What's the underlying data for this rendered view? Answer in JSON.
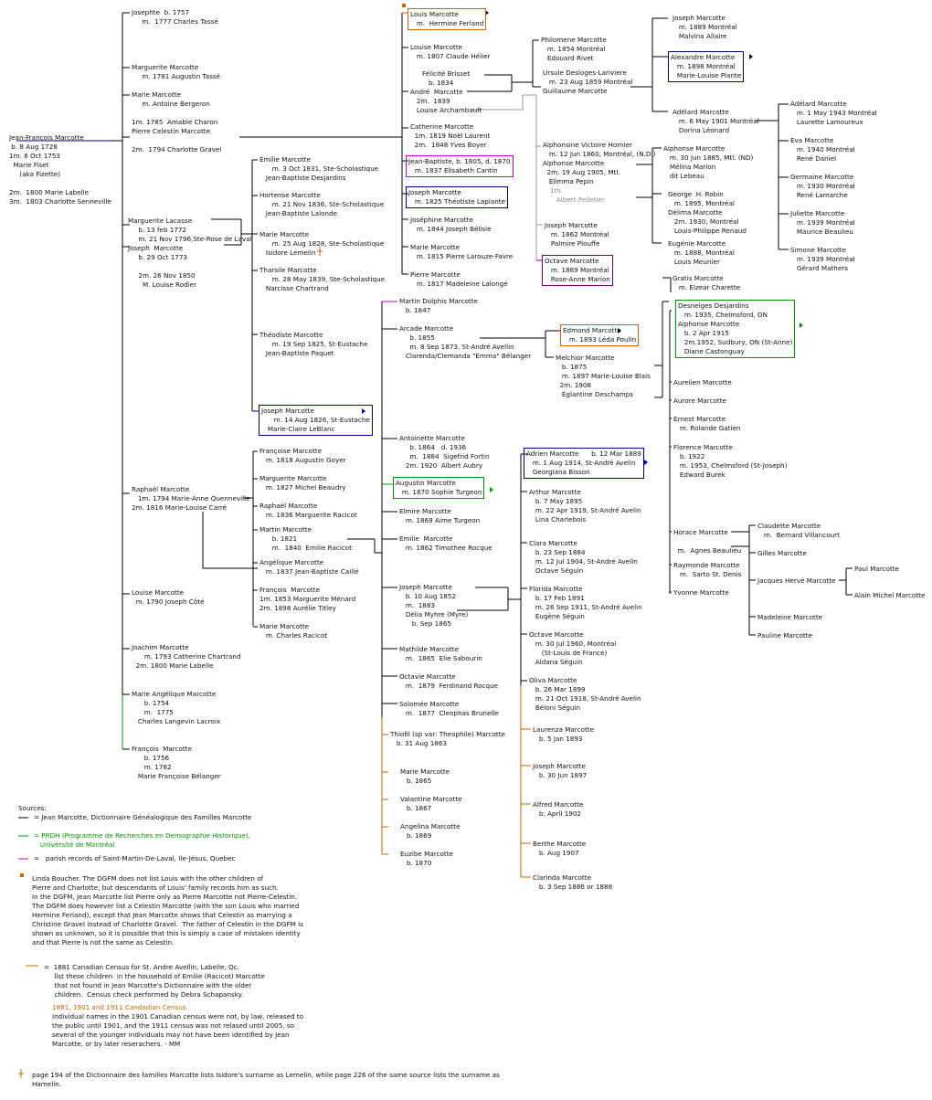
{
  "colors": {
    "line": "#000000",
    "dgfm": "#000000",
    "prdh": "#009900",
    "parish": "#cc00cc",
    "census": "#cc6600",
    "box_blue": "#000080",
    "box_orange": "#cc6600",
    "box_green": "#009900",
    "box_purple": "#800080",
    "box_magenta": "#cc00cc",
    "census_note": "#cc6600"
  },
  "persons": {
    "p1": "Josephte  b. 1757\n     m.  1777 Charles Tassé",
    "p2": "Marguerite Marcotte\n     m. 1781 Augustin Tassé",
    "p3": "Marie Marcotte\n     m. Antoine Bergeron",
    "p4": "1m. 1785  Amable Charon\nPierre Celestin Marcotte\n\n2m.  1794 Charlotte Gravel",
    "root": "Jean-François Marcotte\n b. 8 Aug 1728\n1m. 8 Oct 1753\n  Marie Fiset\n     (aka Fizette)\n\n2m.  1800 Marie Labelle\n3m.  1803 Charlotte Senneville",
    "ml": "Marguerite Lacasse\n     b. 13 feb 1772\n     m. 21 Nov 1796,Ste-Rose de Laval\nJoseph  Marcotte\n     b. 29 Oct 1773\n\n     2m. 26 Nov 1850\n       M. Louise Rodier",
    "ra": "Raphaël Marcotte\n   1m. 1794 Marie-Anne Quenneville\n2m. 1816 Marie-Louise Carré",
    "lo": "Louise Marcotte\n  m. 1790 Joseph Côté",
    "jo": "Joachim Marcotte\n      m. 1793 Catherine Chartrand\n  2m. 1800 Marie Labelle",
    "ma": "Marie Angélique Marcotte\n      b. 1754\n      m.  1775\n   Charles Langevin Lacroix",
    "fr": "François  Marcotte\n      b. 1756\n      m. 1782\n   Marie Françoise Bélanger",
    "em1": "Émilie Marcotte\n      m. 3 Oct 1831, Ste-Scholastique\n   Jean-Baptiste Desjardins",
    "ho": "Hortense Marcotte\n      m. 21 Nov 1836, Ste-Scholastique\n   Jean-Baptiste Lalonde",
    "mm": "Marie Marcotte\n      m. 25 Aug 1828, Ste-Scholastique\n   Isidore Lemelin",
    "th": "Tharsile Marcotte\n      m. 28 May 1839, Ste-Scholastique\n   Narcisse Chartrand",
    "tm": "Théodiste Marcotte\n      m. 19 Sep 1825, St-Eustache\n   Jean-Baptiste Paquet",
    "jm": "Joseph Marcotte\n      m. 14 Aug 1826, St-Eustache\n   Marie-Claire LeBlanc",
    "fg": "Françoise Marcotte\n   m. 1818 Augustin Goyer",
    "mg": "Marguerite Marcotte\n   m. 1827 Michel Beaudry",
    "ra2": "Raphaël Marcotte\n   m. 1836 Marguerite Racicot",
    "mt": "Martin Marcotte\n      b. 1821\n      m.  1840  Emilie Racicot",
    "ag": "Angélique Marcotte\n   m. 1837 Jean-Baptiste Caillé",
    "fm": "François  Marcotte\n1m. 1853 Marguerite Ménard\n2m. 1898 Aurélie Titley",
    "mr": "Marie Marcotte\n   m. Charles Racicot",
    "lm": "Louis Marcotte\n   m.  Hermine Ferland",
    "lh": "Louise Marcotte\n   m. 1807 Claude Hélier",
    "fb": "Félicité Brisset\n   b. 1834",
    "am": "André  Marcotte\n   2m.  1839\n   Louise Archambault",
    "cm": "Catherine Marcotte\n  1m. 1819 Noël Laurent\n  2m.  1848 Yves Boyer",
    "jb": "Jean-Baptiste, b. 1805, d. 1870\n   m. 1837 Elisabeth Cantin",
    "jl": "Joseph Marcotte\n   m. 1825 Théotiste Laplante",
    "jo2": "Joséphine Marcotte\n   m. 1844 Joseph Bélisle",
    "mf": "Marie Marcotte\n   m. 1815 Pierre Larouze-Favre",
    "pl": "Pierre Marcotte\n   m. 1817 Madeleine Lalongé",
    "ph": "Philomene Marcotte\n   m. 1854 Montréal\n   Edouard Rivet",
    "ud": "Ursule Desloges-Lariviere\n   m. 23 Aug 1859 Montréal\nGuillaume Marcotte",
    "av": "Alphonsine Victoire Hornier\n   m. 12 Jun 1860, Montréal, (N.D.)\nAlphonse Marcotte\n  2m. 19 Aug 1905, Mtl.\n   Elimma Pepin",
    "ap": "1m.\n   Albert Pelletier",
    "jp": "Joseph Marcotte\n   m. 1862 Montréal\n   Palmire Plouffe",
    "oc": "Octave Marcotte\n   m. 1869 Montréal\n   Rose-Anne Marion",
    "jma": "Joseph Marcotte\n   m. 1889 Montréal\n   Malvina Allaire",
    "alp": "Alexandre Marcotte\n   m. 1898 Montréal\n   Marie-Louise Plante",
    "ad": "Adélard Marcotte\n   m. 6 May 1901 Montréal\n   Dorina Léonard",
    "al": "Alphonse Marcotte\n   m. 30 Jun 1885, Mtl. (ND)\n   Mélina Marion\n   dit Lebeau",
    "gr": "George  H. Robin\n   m. 1895, Montréal\nDélima Marcotte\n   2m. 1930, Montréal\n   Louis-Philippe Renaud",
    "eu": "Eugénie Marcotte\n   m. 1888, Montréal\n   Louis Meunier",
    "ad2": "Adélard Marcotte\n   m. 1 May 1943 Montréal\n   Laurette Lamoureux",
    "ev": "Eva Marcotte\n   m. 1940 Montréal\n   René Daniel",
    "ge": "Germaine Marcotte\n   m. 1930 Montréal\n   René Lamarche",
    "ju": "Juliette Marcotte\n   m. 1939 Montréal\n   Maurice Beaulieu",
    "si": "Simone Marcotte\n   m. 1939 Montréal\n   Gérard Mathers",
    "md": "Martin Dolphis Marcotte\n   b. 1847",
    "ar": "Arcade Marcotte\n     b. 1855\n     m. 8 Sep 1873, St-André Avellin\n   Clarenda/Clemanda \"Emma\" Bélanger",
    "an": "Antoinette Marcotte\n     b. 1864   d. 1936\n     m.  1884  Sigefrid Fortin\n   2m. 1920  Albert Aubry",
    "au": "Augustin Marcotte\n   m. 1870 Sophie Turgeon",
    "el": "Elmire Marcotte\n   m. 1869 Aime Turgeon",
    "emr": "Emilie  Marcotte\n   m. 1862 Timothee Rocque",
    "jmy": "Joseph Marcotte\n   b. 10 Aug 1852\n   m.  1883\n   Délia Myhre (Myre)\n      b. Sep 1865",
    "mat": "Mathilde Marcotte\n   m.  1865  Elie Sabourin",
    "ov": "Octavie Marcotte\n   m.  1879  Ferdinand Rocque",
    "so": "Solomée Marcotte\n   m.  1877  Cleophas Brunelle",
    "tp": "Thiofil (sp var: Theophile) Marcotte\n   b. 31 Aug 1863",
    "mx": "Marie Marcotte\n   b. 1865",
    "va": "Valantine Marcotte\n   b. 1867",
    "ang": "Angelina Marcotte\n   b. 1869",
    "eus": "Euzibe Marcotte\n   b. 1870",
    "edm": "Edmond Marcotte\n   m. 1893 Léda Poulin",
    "mel": "Melchior Marcotte\n   b. 1875\n   m. 1897 Marie-Louise Blais\n  2m. 1908\n   Églantine Deschamps",
    "gm": "Gratis Marcotte\n   m. Elzear Charette",
    "dd": "Desneiges Desjardins\n   m. 1935, Chelmsford, ON\nAlphonse Marcotte\n   b. 2 Apr 1915\n   2m.1952, Sudbury, ON (St-Anne)\n   Diane Castonguay",
    "aur": "Aurelien Marcotte",
    "aro": "Aurore Marcotte",
    "ern": "Ernest Marcotte\n   m. Rolande Gatien",
    "flo": "Florence Marcotte\n   b. 1922\n   m. 1953, Chelmsford (St-Joseph)\n   Edward Burek",
    "hor": "Horace Marcotte\n\n  m.  Agnes Beaulieu",
    "ray": "Raymonde Marcotte\n   m.  Sarto St. Denis",
    "yvo": "Yvonne Marcotte",
    "cla": "Claudette Marcotte\n   m.  Bernard Villancourt",
    "gil": "Gilles Marcotte",
    "jhm": "Jacques Hervé Marcotte",
    "mad": "Madeleine Marcotte",
    "pau": "Pauline Marcotte",
    "pm": "Paul Marcotte",
    "amm": "Alain Michel Marcotte",
    "adr": "Adrien Marcotte      b. 12 Mar 1889\n   m. 1 Aug 1914, St-André Avelin\n   Georgiana Bisson",
    "art": "Arthur Marcotte\n   b. 7 May 1895\n   m. 22 Apr 1919, St-André Avelin\n   Lina Charlebois",
    "cl": "Clara Marcotte\n   b. 23 Sep 1884\n   m. 12 Jul 1904, St-André Avelin\n   Octave Séguin",
    "flr": "Florida Marcotte\n   b. 17 Feb 1891\n   m. 26 Sep 1911, St-André Avelin\n   Eugène Séguin",
    "oct": "Octave Marcotte\n   m. 30 Jul 1960, Montréal\n      (St-Louis de France)\n   Aldana Séguin",
    "oli": "Oliva Marcotte\n   b. 26 Mar 1899\n   m. 21 Oct 1918, St-André Avelin\n   Béloni Séguin",
    "lau": "Laurenza Marcotte\n   b. 5 Jan 1893",
    "jos": "Joseph Marcotte\n   b. 30 Jun 1897",
    "alf": "Alfred Marcotte\n   b. April 1902",
    "ber": "Berthe Marcotte\n   b. Aug 1907",
    "clr": "Clarinda Marcotte\n   b. 3 Sep 1886 or 1888"
  },
  "sources": {
    "title": "Sources:",
    "dgfm": "= Jean Marcotte, Dictionnaire Généalogique des Familles Marcotte",
    "prdh": "= PRDH (Programme de Recherches en Demographie Historique),\n   Université de Montréal",
    "parish": "=   parish records of Saint-Martin-De-Laval, Ile-Jésus, Quebec",
    "note1": "Linda Boucher. The DGFM does not list Louis with the other children of\nPierre and Charlotte, but descendants of Louis' family records him as such.\nIn the DGFM, Jean Marcotte list Pierre only as Pierre Marcotte not Pierre-Celestin.\nThe DGFM does however list a Celestin Marcotte (with the son Louis who married\nHermine Ferland), except that Jean Marcotte shows that Celestin as marrying a\nChristine Gravel instead of Charlotte Gravel.  The father of Celestin in the DGFM is\nshown as unknown, so it is possible that this is simply a case of mistaken identity\nand that Pierre is not the same as Celestin.",
    "census": "=  1881 Canadian Census for St. Andre Avellin, Labelle, Qc.\n     list these children  in the household of Emilie (Racicot) Marcotte\n     that not found in Jean Marcotte's Dictionnaire with the older\n     children.  Census check performed by Debra Schapansky.",
    "census_link": "1881, 1901 and 1911 Candadian Census.",
    "census2": "Individual names in the 1901 Canadian census were not, by law, released to\nthe public until 1901, and the 1911 census was not relased until 2005, so\nseveral of the younger individuals may not have been identified by Jean\nMarcotte, or by later reserachers. - MM",
    "isidore": "page 194 of the Dictionnaire des familles Marcotte lists Isidore's surname as Lemelin, while page 226 of the same source lists the surname as\nHamelin."
  }
}
